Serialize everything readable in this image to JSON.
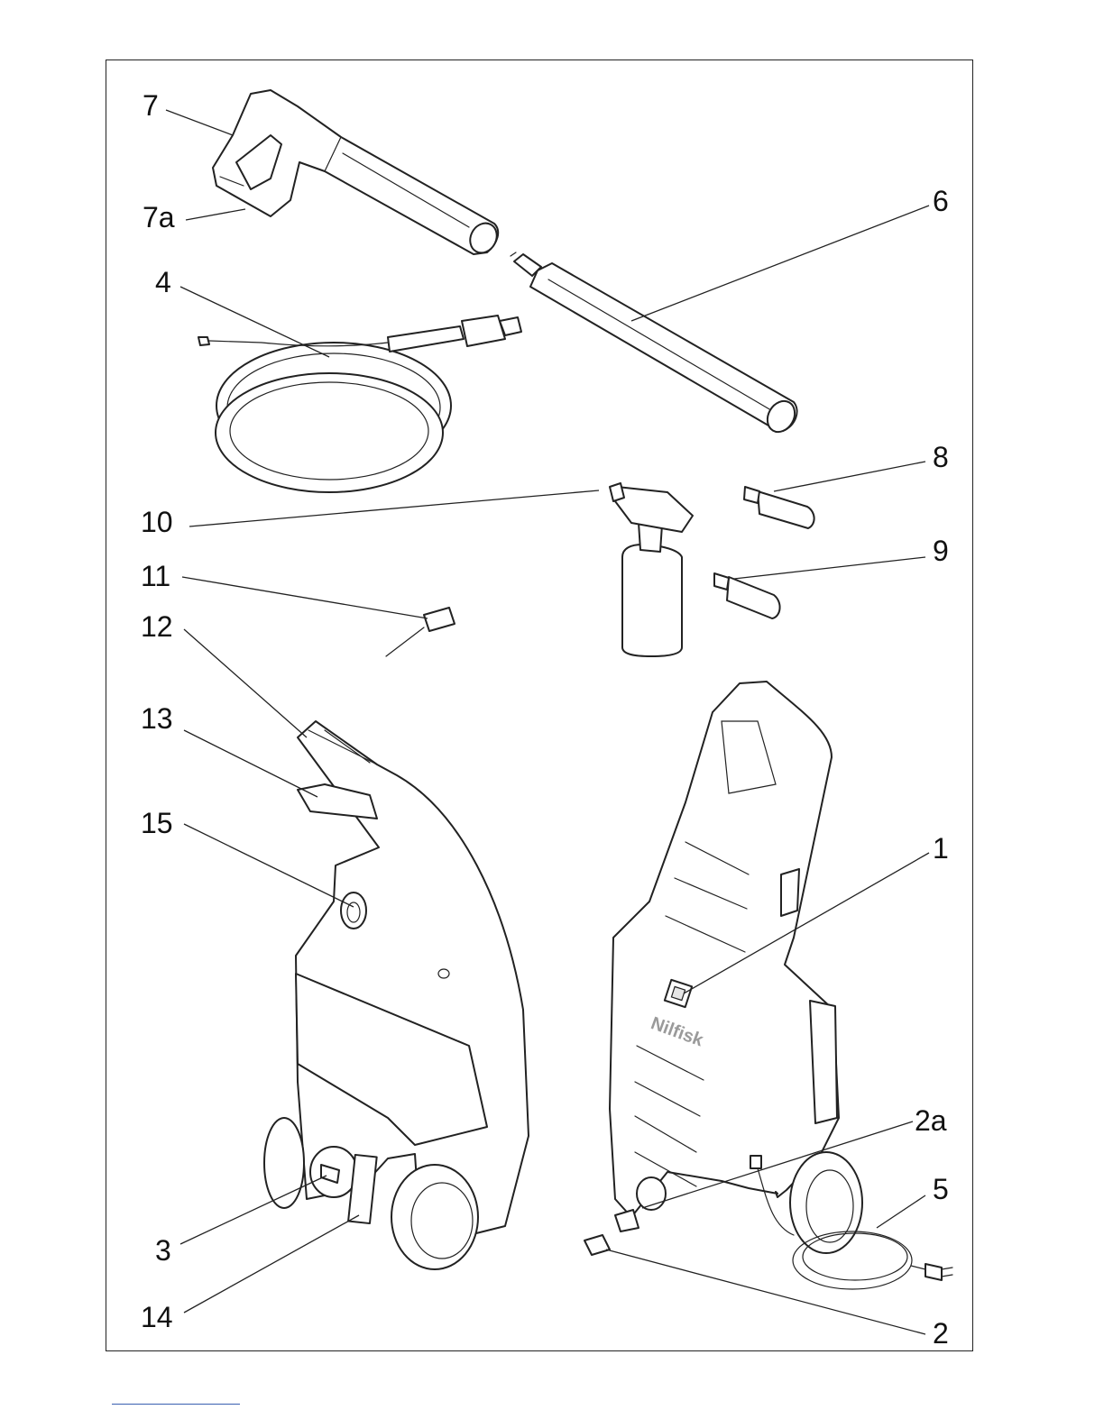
{
  "diagram": {
    "brand_text": "Nilfisk",
    "callouts": [
      "1",
      "2",
      "2a",
      "3",
      "4",
      "5",
      "6",
      "7",
      "7a",
      "8",
      "9",
      "10",
      "11",
      "12",
      "13",
      "14",
      "15"
    ]
  }
}
